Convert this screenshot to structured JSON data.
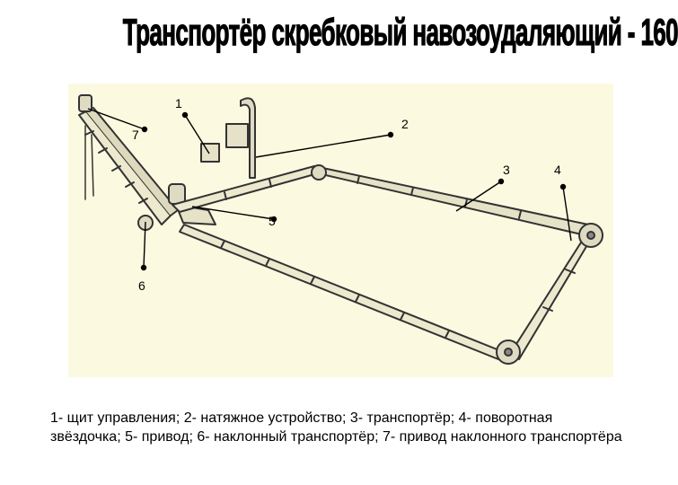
{
  "title": "Транспортёр скребковый навозоудаляющий - 160",
  "callouts": {
    "c1": "1",
    "c2": "2",
    "c3": "3",
    "c4": "4",
    "c5": "5",
    "c6": "6",
    "c7": "7"
  },
  "caption": "1- щит управления; 2- натяжное устройство; 3- транспортёр; 4- поворотная звёздочка; 5- привод; 6- наклонный транспортёр; 7- привод наклонного транспортёра",
  "colors": {
    "panel_background": "#fbfae0",
    "line": "#222222"
  }
}
